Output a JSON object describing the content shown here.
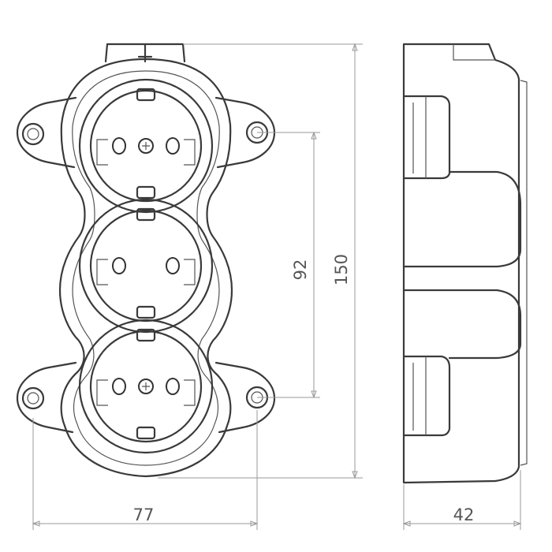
{
  "dimensions": {
    "width": "77",
    "spacing": "92",
    "height": "150",
    "depth": "42"
  }
}
